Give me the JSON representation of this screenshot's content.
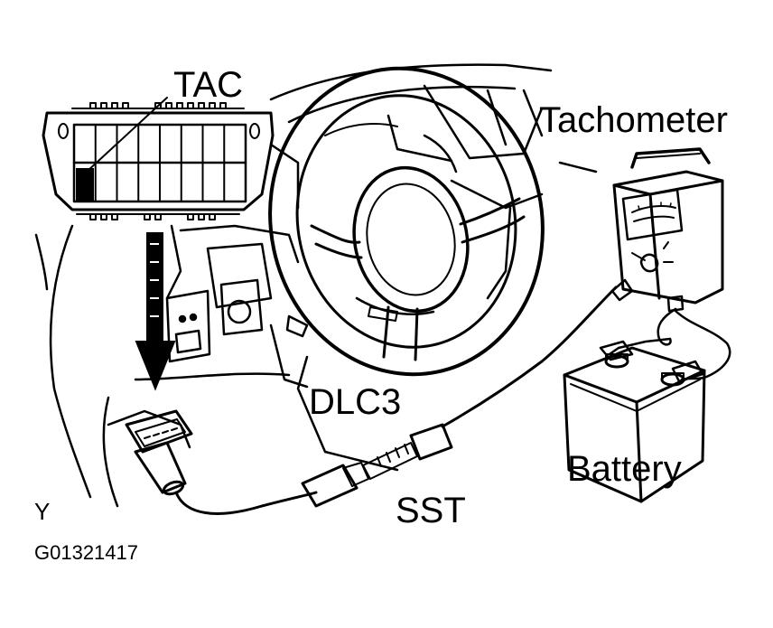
{
  "labels": {
    "tac": "TAC",
    "tachometer": "Tachometer",
    "dlc3": "DLC3",
    "battery": "Battery",
    "sst": "SST",
    "corner_mark": "Y",
    "figure_id": "G01321417"
  },
  "colors": {
    "ink": "#000000",
    "background": "#ffffff"
  }
}
